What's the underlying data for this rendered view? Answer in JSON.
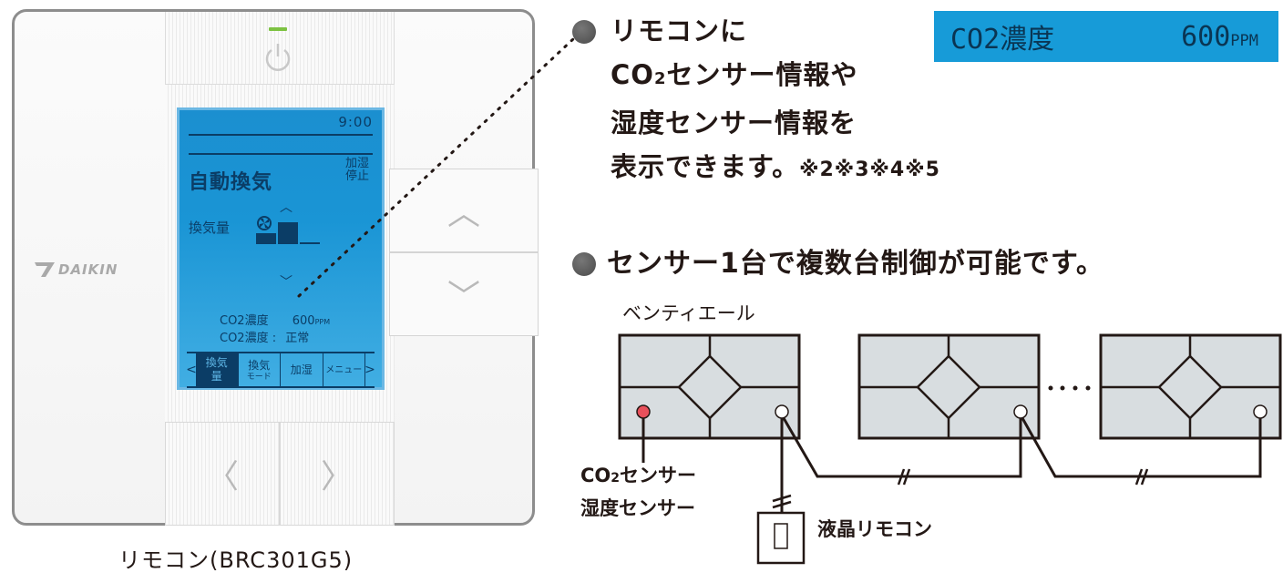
{
  "remote": {
    "brand": "DAIKIN",
    "caption": "リモコン(BRC301G5)",
    "power_icon": "power-icon",
    "lcd": {
      "time": "9:00",
      "mode": "自動換気",
      "humidify_status_line1": "加湿",
      "humidify_status_line2": "停止",
      "up_arrow": "︿",
      "down_arrow": "﹀",
      "volume_label": "換気量",
      "volume_level": 2,
      "co2_label": "CO2濃度",
      "co2_value": "600",
      "co2_unit": "PPM",
      "co2_status_label": "CO2濃度 :",
      "co2_status_value": "正常",
      "tab_left_arrow": "<",
      "tab_right_arrow": ">",
      "tabs": [
        {
          "line1": "換気",
          "line2": "量",
          "active": true
        },
        {
          "line1": "換気",
          "line2": "モード",
          "active": false
        },
        {
          "line1": "加湿",
          "line2": "",
          "active": false
        },
        {
          "line1": "メニュー",
          "line2": "",
          "active": false
        }
      ]
    },
    "buttons": {
      "up": "︿",
      "down": "﹀",
      "left": "〈",
      "right": "〉"
    }
  },
  "feature1": {
    "line1": "リモコンに",
    "line2_prefix": "CO",
    "line2_sub": "2",
    "line2_rest": "センサー情報や",
    "line3": "湿度センサー情報を",
    "line4": "表示できます。",
    "notes": "※2※3※4※5"
  },
  "co2_display": {
    "label": "CO2濃度",
    "value": "600",
    "unit": "PPM"
  },
  "feature2": {
    "headline": "センサー1台で複数台制御が可能です。"
  },
  "diagram": {
    "unit_label": "ベンティエール",
    "sensor_label_line1_prefix": "CO",
    "sensor_label_line1_sub": "2",
    "sensor_label_line1_rest": "センサー",
    "sensor_label_line2": "湿度センサー",
    "remote_label": "液晶リモコン",
    "ellipsis": "・・・・",
    "colors": {
      "unit_fill": "#d8dde0",
      "sensor_dot": "#e8505b",
      "line": "#231815"
    }
  }
}
